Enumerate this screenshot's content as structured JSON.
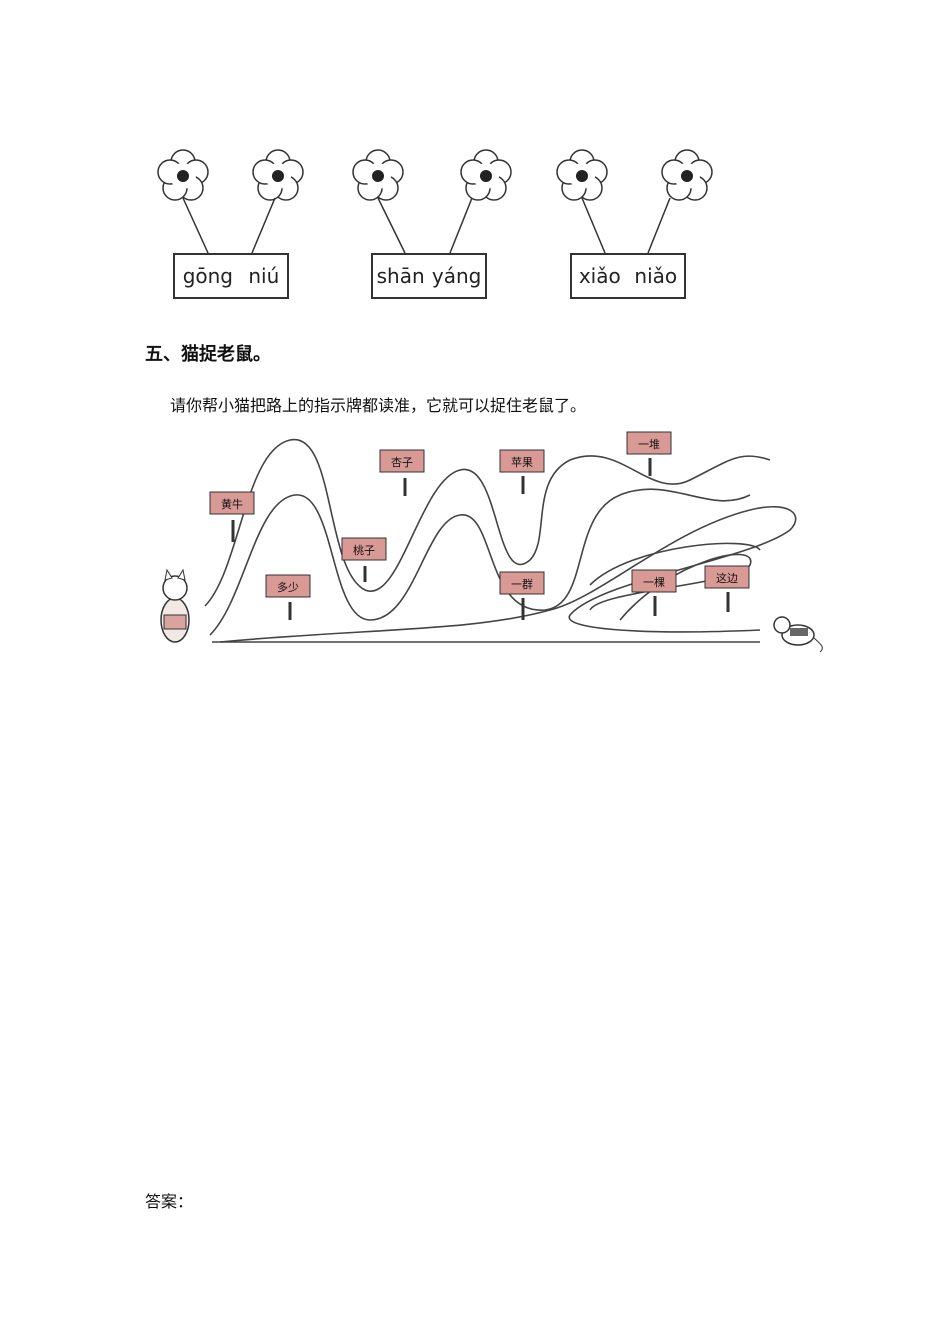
{
  "pinyin_boxes": [
    {
      "left": "gōng",
      "right": "niú"
    },
    {
      "left": "shān",
      "right": "yáng"
    },
    {
      "left": "xiǎo",
      "right": "niǎo"
    }
  ],
  "section": {
    "title": "五、猫捉老鼠。",
    "instruction": "请你帮小猫把路上的指示牌都读准，它就可以捉住老鼠了。"
  },
  "signs": [
    {
      "label": "黄牛"
    },
    {
      "label": "多少"
    },
    {
      "label": "桃子"
    },
    {
      "label": "杏子"
    },
    {
      "label": "苹果"
    },
    {
      "label": "一群"
    },
    {
      "label": "一堆"
    },
    {
      "label": "一棵"
    },
    {
      "label": "这边"
    }
  ],
  "answer_label": "答案："
}
